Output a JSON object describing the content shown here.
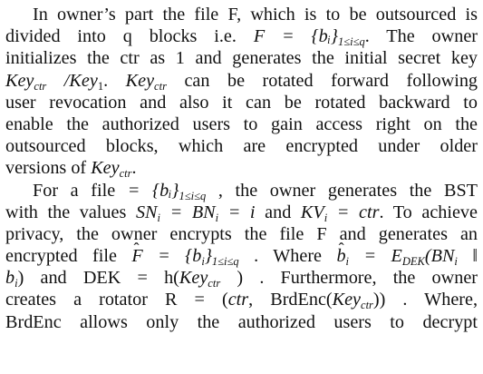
{
  "paragraph_1": {
    "line_1": "In owner’s part the file F, which is to be outsourced is",
    "line_2": {
      "text": "divided into q blocks i.e.",
      "math": "F = {bᵢ}",
      "math_sub": "1≤i≤q",
      "tail": ". The owner"
    },
    "line_3": "initializes the ctr as 1 and generates the initial secret key",
    "line_4": {
      "key_a": "Key",
      "key_a_sub": "ctr",
      "slash": " /Key",
      "key_b_sub": "1",
      "dot": ".",
      "key_c": "Key",
      "key_c_sub": "ctr",
      "tail": "can be rotated forward following"
    },
    "line_5": "user revocation and also it can be rotated backward to",
    "line_6": "enable the authorized users to gain access right on the",
    "line_7": "outsourced blocks, which are encrypted under older",
    "line_8": {
      "text": "versions of",
      "key": "Key",
      "key_sub": "ctr",
      "tail": "."
    }
  },
  "paragraph_2": {
    "line_1": {
      "text": "For a file",
      "math": "= {bᵢ}",
      "math_sub": "1≤i≤q",
      "tail": ", the owner generates the BST"
    },
    "line_2": {
      "text": "with the values",
      "sn": "SN",
      "sn_sub": "i",
      "eq1": " = BN",
      "bn_sub": "i",
      "eq2": " = i",
      "mid": " and ",
      "kv": "KV",
      "kv_sub": "i",
      "eq3": " = ctr",
      "tail": ". To achieve"
    },
    "line_3": "privacy, the owner encrypts the file F and generates an",
    "line_4": {
      "text": "encrypted file",
      "f": "F",
      "math": " = {b",
      "hat_b": "b",
      "hat_sub": "i",
      "close": "}",
      "math_sub": "1≤i≤q",
      "mid": ". Where",
      "b2": "b",
      "b2_sub": "i",
      "eq": " = E",
      "e_sub": "DEK",
      "open": "(BN",
      "bn_sub": "i",
      "pipe": " ‖"
    },
    "line_5": {
      "b": "b",
      "b_sub": "i",
      "text": ") and DEK = h(",
      "key": "Key",
      "key_sub": "ctr",
      "tail": ") . Furthermore, the owner"
    },
    "line_6": {
      "text": "creates a rotator R = (",
      "ctr": "ctr",
      "mid": ", BrdEnc(",
      "key": "Key",
      "key_sub": "ctr",
      "tail": ")) . Where,"
    },
    "line_7": "BrdEnc allows only the authorized users to decrypt"
  }
}
